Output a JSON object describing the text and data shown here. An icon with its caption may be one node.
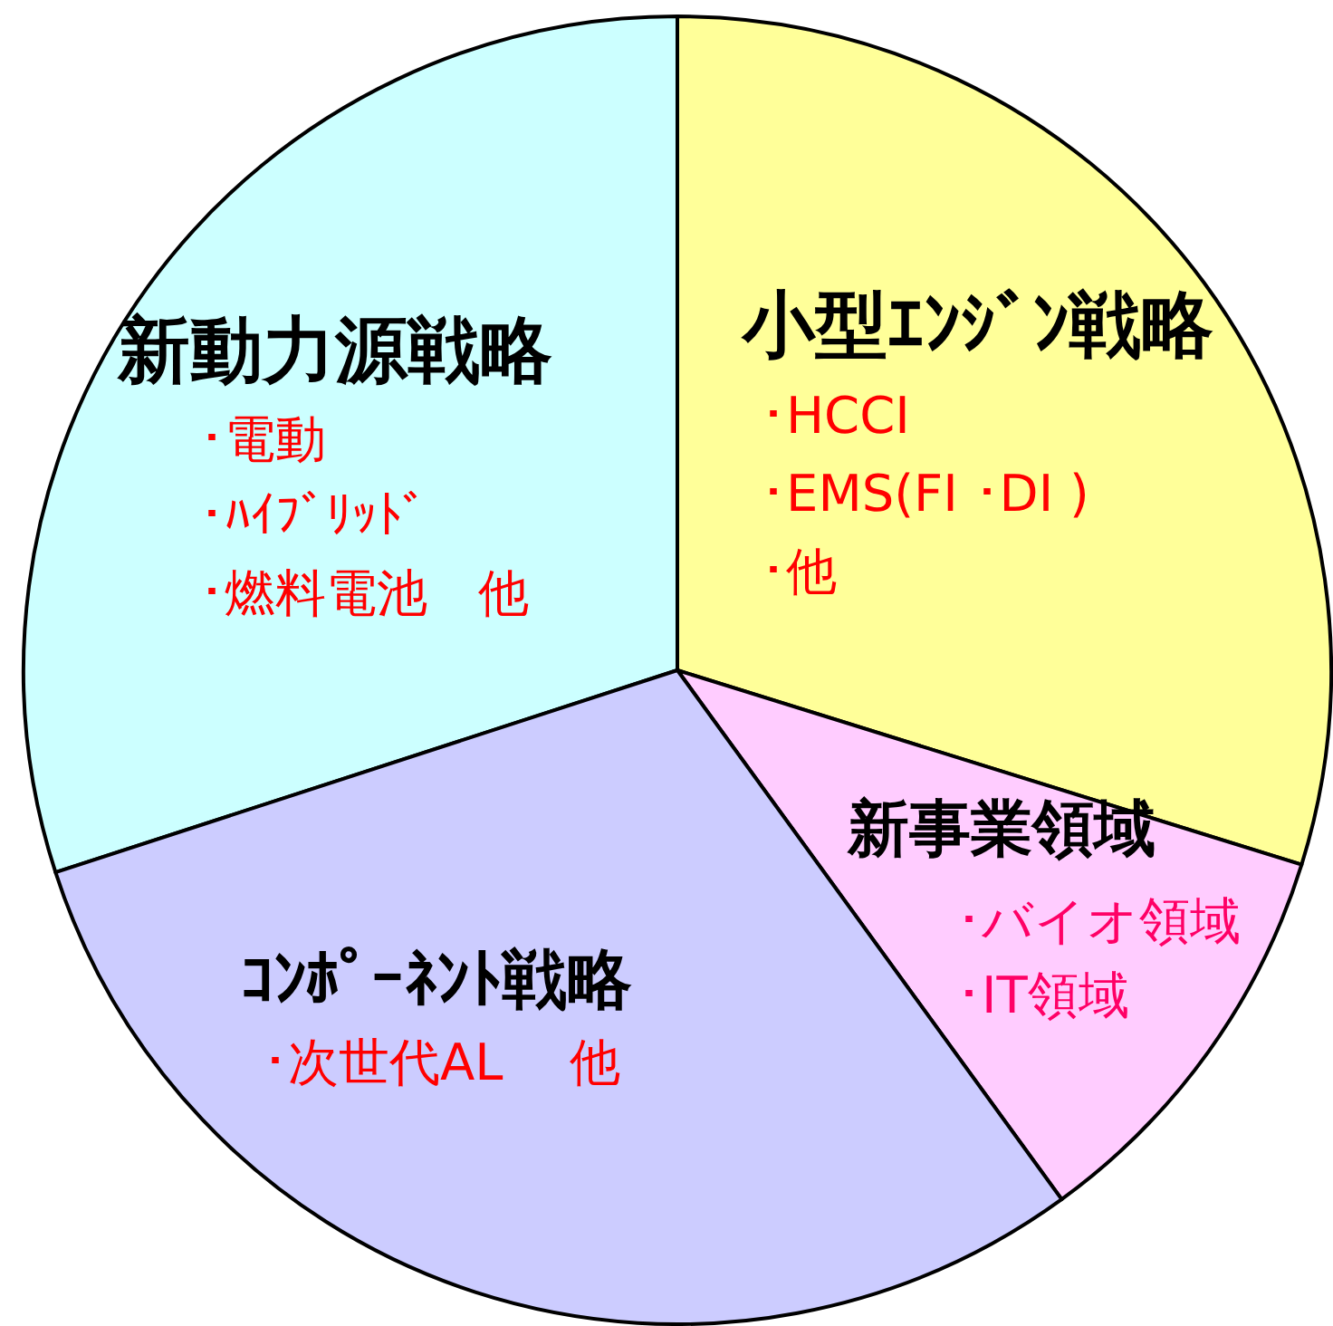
{
  "diagram": {
    "nodes": [
      {
        "text": [
          "新動力源戦略",
          "･電動",
          "･ﾊｲﾌﾞﾘｯﾄﾞ",
          "･燃料電池　他"
        ]
      },
      {
        "text": [
          "小型ｴﾝｼﾞﾝ戦略",
          "･HCCI",
          "･EMS(FI ･DI )",
          "･他"
        ]
      },
      {
        "text": [
          "新事業領域",
          "･バイオ領域",
          "･IT領域"
        ]
      },
      {
        "text": [
          "ｺﾝﾎﾟｰﾈﾝﾄ戦略",
          "･次世代AL　 他"
        ]
      }
    ]
  }
}
